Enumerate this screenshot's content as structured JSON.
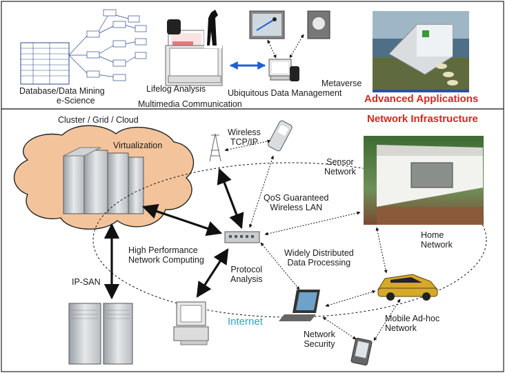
{
  "panels": {
    "top_title": "Advanced Applications",
    "bottom_title": "Network Infrastructure"
  },
  "top_labels": {
    "database": "Database/Data Mining",
    "escience": "e-Science",
    "lifelog": "Lifelog Analysis",
    "multimedia": "Multimedia Communication",
    "ubiquitous": "Ubiquitous Data Management",
    "metaverse": "Metaverse"
  },
  "network_labels": {
    "cluster": "Cluster / Grid / Cloud",
    "virtualization": "Virtualization",
    "wireless_1": "Wireless",
    "wireless_2": "TCP/IP",
    "sensor_1": "Sensor",
    "sensor_2": "Network",
    "qos_1": "QoS Guaranteed",
    "qos_2": "Wireless LAN",
    "home_1": "Home",
    "home_2": "Network",
    "hpc_1": "High Performance",
    "hpc_2": "Network Computing",
    "protocol_1": "Protocol",
    "protocol_2": "Analysis",
    "distributed_1": "Widely Distributed",
    "distributed_2": "Data Processing",
    "ipsan": "IP-SAN",
    "internet": "Internet",
    "netsec_1": "Network",
    "netsec_2": "Security",
    "adhoc_1": "Mobile Ad-hoc",
    "adhoc_2": "Network"
  },
  "colors": {
    "accent_red": "#d8271c",
    "internet_cyan": "#2aa3cf",
    "cloud_fill": "#f3c49b",
    "link_blue": "#1f5fd6"
  }
}
